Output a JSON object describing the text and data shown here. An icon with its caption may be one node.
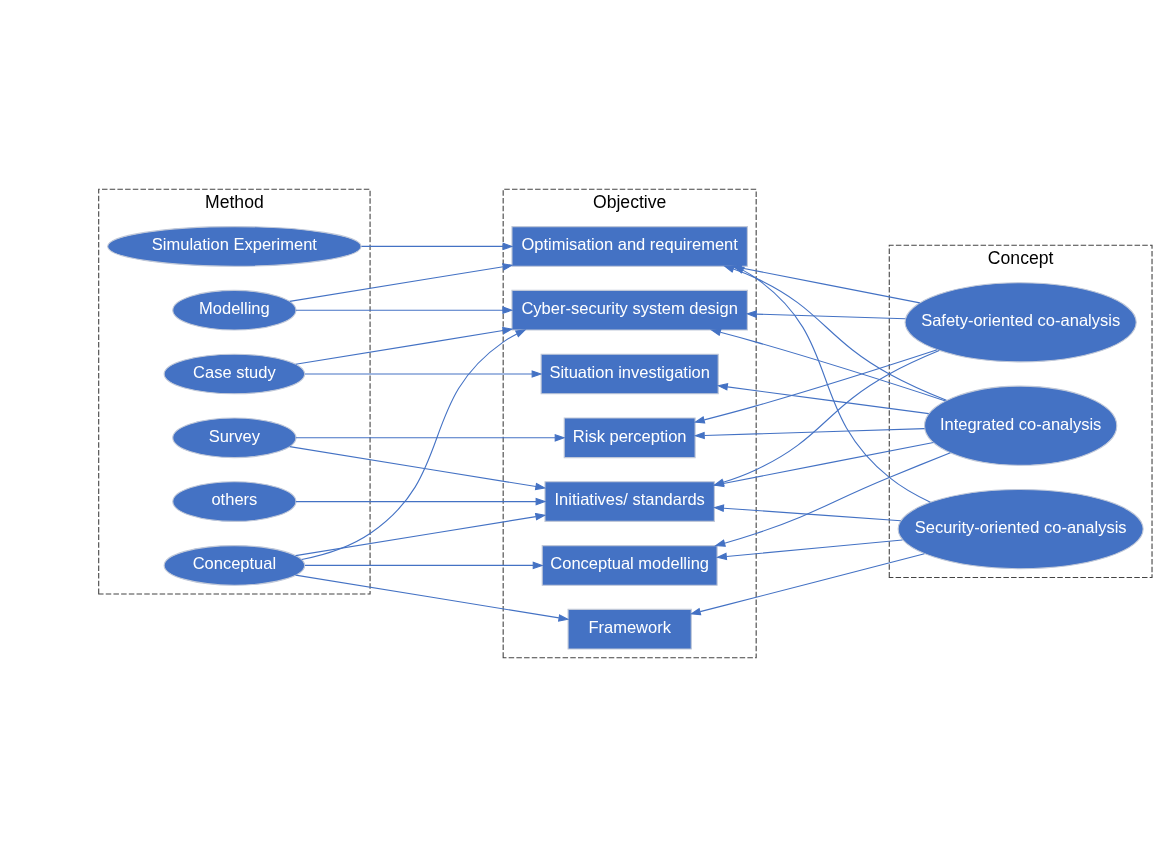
{
  "diagram": {
    "nodes": [
      {
        "text": [
          "Method"
        ]
      },
      {
        "text": [
          "others"
        ],
        "in": 0
      },
      {
        "text": [
          "Conceptual"
        ],
        "in": 0
      },
      {
        "text": [
          "Survey"
        ],
        "in": 0
      },
      {
        "text": [
          "Case study"
        ],
        "in": 0
      },
      {
        "text": [
          "Modelling"
        ],
        "in": 0
      },
      {
        "text": [
          "Simulation Experiment"
        ],
        "in": 0
      },
      {
        "text": [
          "Objective"
        ]
      },
      {
        "text": [
          "Initiatives/ standards"
        ],
        "in": 7
      },
      {
        "text": [
          "Framework"
        ],
        "in": 7
      },
      {
        "text": [
          "Conceptual modelling"
        ],
        "in": 7
      },
      {
        "text": [
          "Risk perception"
        ],
        "in": 7
      },
      {
        "text": [
          "Cyber-security system design"
        ],
        "in": 7
      },
      {
        "text": [
          "Situation investigation"
        ],
        "in": 7
      },
      {
        "text": [
          "Optimisation and requirement"
        ],
        "in": 7
      },
      {
        "text": [
          "Concept"
        ]
      },
      {
        "text": [
          "Security-oriented co-analysis"
        ],
        "in": 15
      },
      {
        "text": [
          "Integrated co-analysis"
        ],
        "in": 15
      },
      {
        "text": [
          "Safety-oriented co-analysis"
        ],
        "in": 15
      }
    ],
    "edges": [
      {
        "from": 1,
        "to": 8,
        "arrow": "to"
      },
      {
        "from": 2,
        "to": 8,
        "arrow": "to"
      },
      {
        "from": 2,
        "to": 9,
        "arrow": "to"
      },
      {
        "from": 2,
        "to": 10,
        "arrow": "to"
      },
      {
        "from": 2,
        "to": 12,
        "arrow": "to"
      },
      {
        "from": 3,
        "to": 8,
        "arrow": "to"
      },
      {
        "from": 3,
        "to": 11,
        "arrow": "to"
      },
      {
        "from": 4,
        "to": 12,
        "arrow": "to"
      },
      {
        "from": 4,
        "to": 13,
        "arrow": "to"
      },
      {
        "from": 5,
        "to": 12,
        "arrow": "to"
      },
      {
        "from": 5,
        "to": 14,
        "arrow": "to"
      },
      {
        "from": 6,
        "to": 14,
        "arrow": "to"
      },
      {
        "from": 16,
        "to": 8,
        "arrow": "to"
      },
      {
        "from": 16,
        "to": 9,
        "arrow": "to"
      },
      {
        "from": 16,
        "to": 10,
        "arrow": "to"
      },
      {
        "from": 16,
        "to": 14,
        "arrow": "to"
      },
      {
        "from": 17,
        "to": 8,
        "arrow": "to"
      },
      {
        "from": 17,
        "to": 10,
        "arrow": "to"
      },
      {
        "from": 17,
        "to": 11,
        "arrow": "to"
      },
      {
        "from": 17,
        "to": 12,
        "arrow": "to"
      },
      {
        "from": 17,
        "to": 13,
        "arrow": "to"
      },
      {
        "from": 17,
        "to": 14,
        "arrow": "to"
      },
      {
        "from": 18,
        "to": 8,
        "arrow": "to"
      },
      {
        "from": 18,
        "to": 11,
        "arrow": "to"
      },
      {
        "from": 18,
        "to": 12,
        "arrow": "to"
      },
      {
        "from": 18,
        "to": 14,
        "arrow": "to"
      }
    ]
  }
}
